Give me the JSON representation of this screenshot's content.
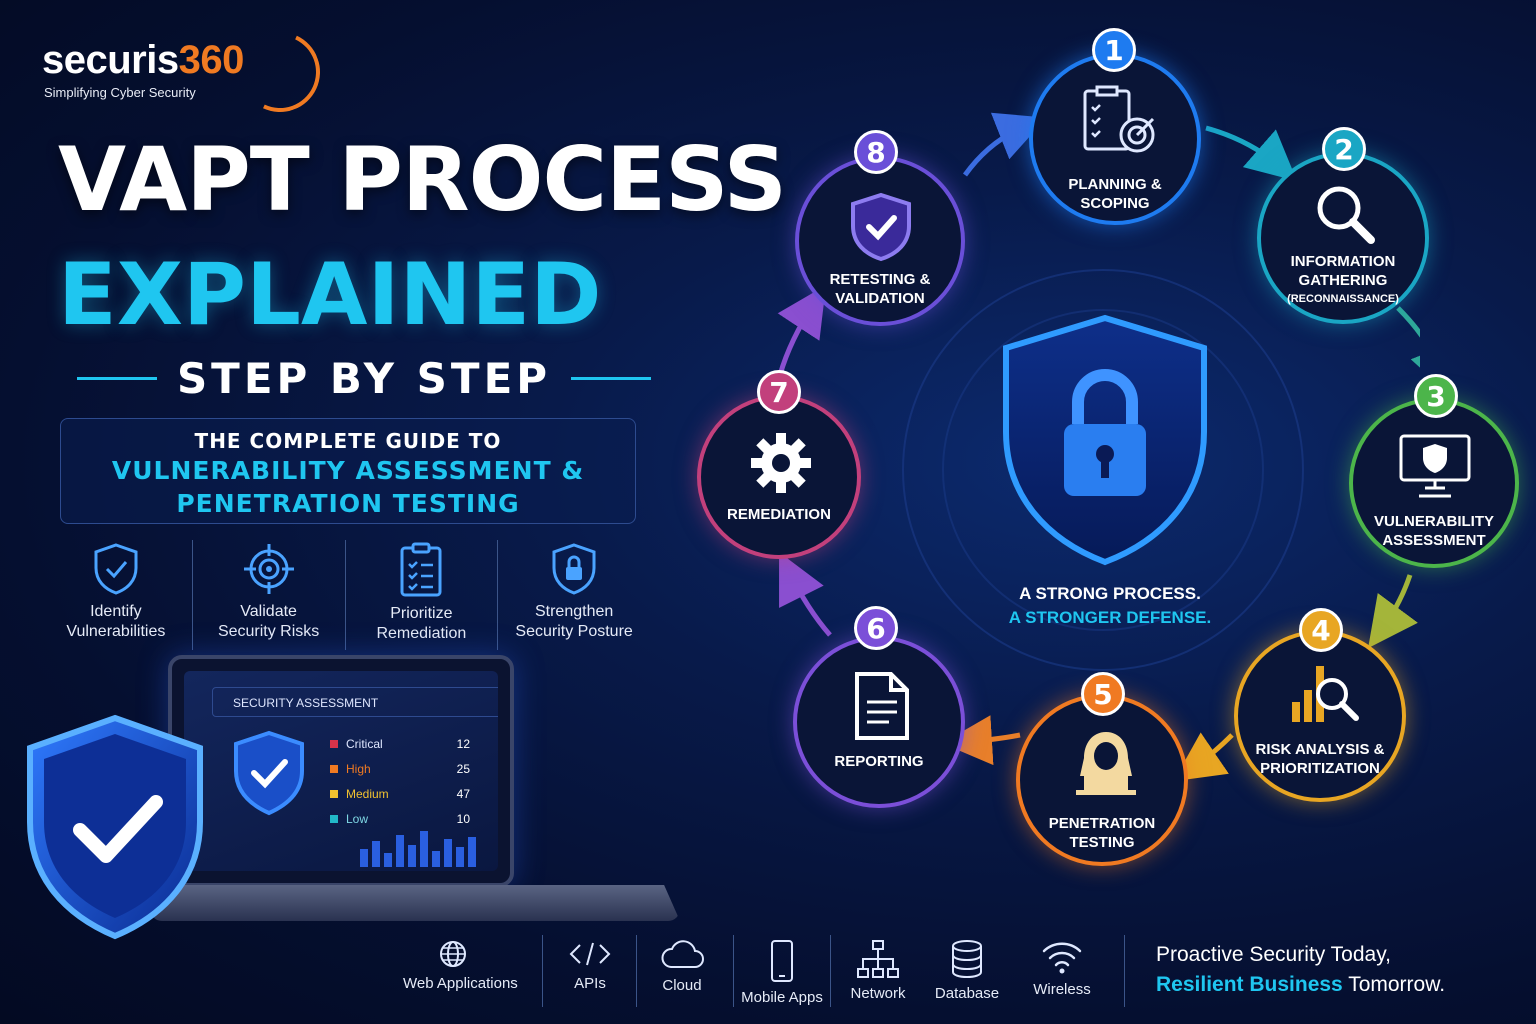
{
  "brand": {
    "name_part1": "securis",
    "name_part2": "360",
    "tagline": "Simplifying Cyber Security"
  },
  "title": {
    "line1": "VAPT PROCESS",
    "line2": "EXPLAINED",
    "line3": "STEP BY STEP"
  },
  "guide": {
    "line1": "THE COMPLETE GUIDE TO",
    "line2": "VULNERABILITY ASSESSMENT &",
    "line3": "PENETRATION TESTING"
  },
  "benefits": [
    {
      "icon": "shield-check-icon",
      "line1": "Identify",
      "line2": "Vulnerabilities"
    },
    {
      "icon": "target-icon",
      "line1": "Validate",
      "line2": "Security Risks"
    },
    {
      "icon": "clipboard-list-icon",
      "line1": "Prioritize",
      "line2": "Remediation"
    },
    {
      "icon": "shield-lock-icon",
      "line1": "Strengthen",
      "line2": "Security Posture"
    }
  ],
  "laptop": {
    "title": "SECURITY ASSESSMENT",
    "rows": [
      {
        "label": "Critical",
        "value": "12",
        "color": "#d9334a"
      },
      {
        "label": "High",
        "value": "25",
        "color": "#f07a22"
      },
      {
        "label": "Medium",
        "value": "47",
        "color": "#f2c230"
      },
      {
        "label": "Low",
        "value": "10",
        "color": "#22b8c8"
      }
    ]
  },
  "steps": [
    {
      "num": "1",
      "line1": "PLANNING &",
      "line2": "SCOPING",
      "line3": "",
      "color": "#1e7bf0",
      "icon": "clipboard-target-icon"
    },
    {
      "num": "2",
      "line1": "INFORMATION",
      "line2": "GATHERING",
      "line3": "(RECONNAISSANCE)",
      "color": "#1aa6c4",
      "icon": "magnifier-icon"
    },
    {
      "num": "3",
      "line1": "VULNERABILITY",
      "line2": "ASSESSMENT",
      "line3": "",
      "color": "#4cb54a",
      "icon": "monitor-shield-icon"
    },
    {
      "num": "4",
      "line1": "RISK ANALYSIS &",
      "line2": "PRIORITIZATION",
      "line3": "",
      "color": "#e8a623",
      "icon": "chart-magnifier-icon"
    },
    {
      "num": "5",
      "line1": "PENETRATION",
      "line2": "TESTING",
      "line3": "",
      "color": "#f07a22",
      "icon": "hacker-icon"
    },
    {
      "num": "6",
      "line1": "REPORTING",
      "line2": "",
      "line3": "",
      "color": "#7b4fd8",
      "icon": "document-icon"
    },
    {
      "num": "7",
      "line1": "REMEDIATION",
      "line2": "",
      "line3": "",
      "color": "#c2407c",
      "icon": "gear-icon"
    },
    {
      "num": "8",
      "line1": "RETESTING &",
      "line2": "VALIDATION",
      "line3": "",
      "color": "#6a4fd8",
      "icon": "shield-check-icon"
    }
  ],
  "center": {
    "line1": "A STRONG PROCESS.",
    "line2": "A STRONGER DEFENSE."
  },
  "tech": [
    {
      "icon": "globe-icon",
      "label": "Web Applications"
    },
    {
      "icon": "code-icon",
      "label": "APIs"
    },
    {
      "icon": "cloud-icon",
      "label": "Cloud"
    },
    {
      "icon": "phone-icon",
      "label": "Mobile Apps"
    },
    {
      "icon": "network-icon",
      "label": "Network"
    },
    {
      "icon": "database-icon",
      "label": "Database"
    },
    {
      "icon": "wifi-icon",
      "label": "Wireless"
    }
  ],
  "closing": {
    "line1": "Proactive Security Today,",
    "highlight": "Resilient Business",
    "rest": " Tomorrow."
  }
}
